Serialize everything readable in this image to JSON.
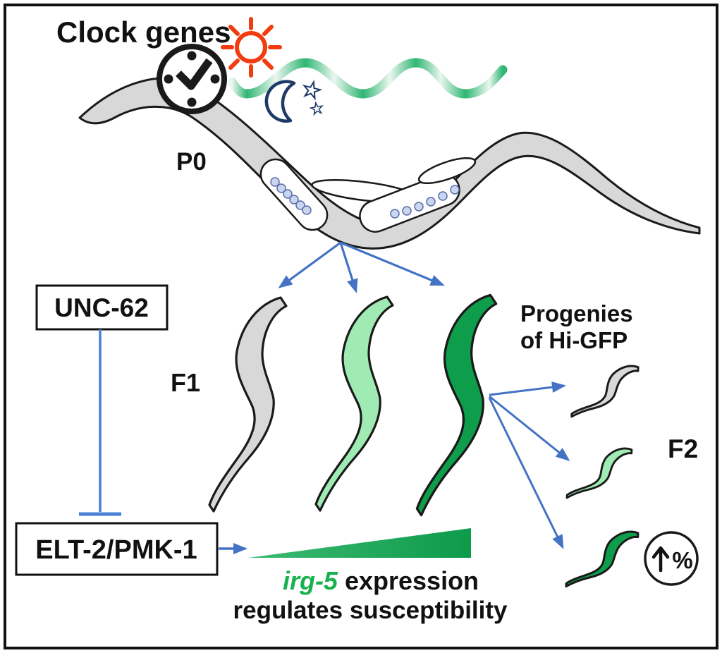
{
  "figure_title": "Clock genes",
  "labels": {
    "p0": "P0",
    "f1": "F1",
    "f2": "F2",
    "progenies_line1": "Progenies",
    "progenies_line2": "of Hi-GFP"
  },
  "boxes": {
    "unc62": "UNC-62",
    "elt2_pmk1": "ELT-2/PMK-1"
  },
  "caption": {
    "gene": "irg-5",
    "gene_rest": " expression",
    "line2": "regulates susceptibility"
  },
  "badge": {
    "percent": "%"
  },
  "decorations": {
    "star_large": "☆",
    "star_small": "☆"
  },
  "icons": {
    "clock": "clock-face-with-check-hands",
    "sun": "sun-outline",
    "moon": "crescent-moon-with-stars",
    "wave": "circadian-rhythm-wave",
    "badge": "up-arrow-percent-circle"
  },
  "colors": {
    "text": "#111111",
    "outline": "#1a1a1a",
    "box_border": "#111111",
    "worm_gray": "#D8D8D8",
    "worm_light_green": "#A0EBB4",
    "worm_dark_green": "#0E9D4B",
    "egg_blue": "#C9D6F0",
    "egg_outline": "#5B6BA8",
    "arrow_blue": "#4472C4",
    "inhibit_blue": "#4B80D9",
    "sun_orange": "#F23B0F",
    "moon_navy": "#1E3A68",
    "wave_green": "#2FB673",
    "wave_light": "#ECF7F0",
    "triangle_light": "#3DBA74",
    "triangle_dark": "#0D9B4A",
    "gene_green": "#17B14E"
  }
}
